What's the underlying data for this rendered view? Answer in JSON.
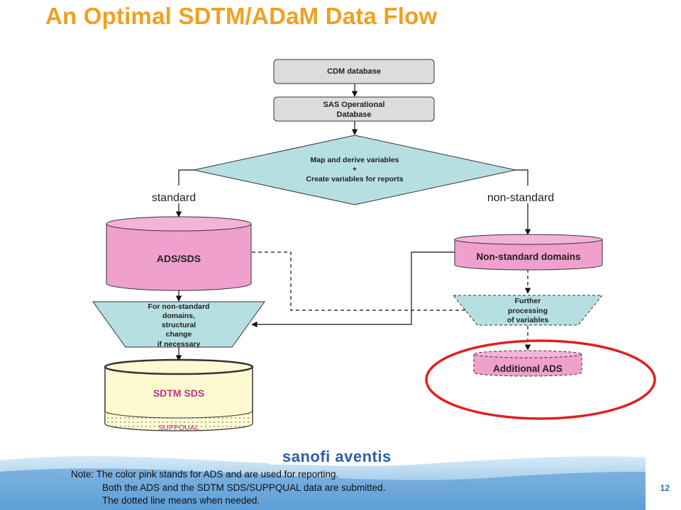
{
  "slide": {
    "title": "An Optimal SDTM/ADaM Data Flow",
    "page_number": "12",
    "logo_text": "sanofi aventis"
  },
  "colors": {
    "title": "#f0a020",
    "process_gray": "#dcdcdc",
    "teal": "#b6dfe2",
    "pink": "#f0a0cc",
    "yellow": "#fef9d0",
    "highlight_red": "#e02020",
    "pink_text": "#c0308a"
  },
  "nodes": {
    "cdm": "CDM database",
    "sas_line1": "SAS Operational",
    "sas_line2": "Database",
    "decision_line1": "Map and derive variables",
    "decision_line2": "+",
    "decision_line3": "Create variables for reports",
    "ads_sds": "ADS/SDS",
    "nonstd_domains": "Non-standard domains",
    "trap_left": [
      "For non-standard",
      "domains,",
      "structural",
      "change",
      "if necessary"
    ],
    "trap_right": [
      "Further",
      "processing",
      "of variables"
    ],
    "sdtm_sds": "SDTM SDS",
    "suppqual": "SUPPQUAL",
    "additional_ads": "Additional ADS"
  },
  "branches": {
    "standard": "standard",
    "non_standard": "non-standard"
  },
  "note": {
    "line1": "Note: The color pink stands for ADS and are used for reporting.",
    "line2": "Both the ADS  and the SDTM SDS/SUPPQUAL data are submitted.",
    "line3": "The dotted line means when needed."
  }
}
